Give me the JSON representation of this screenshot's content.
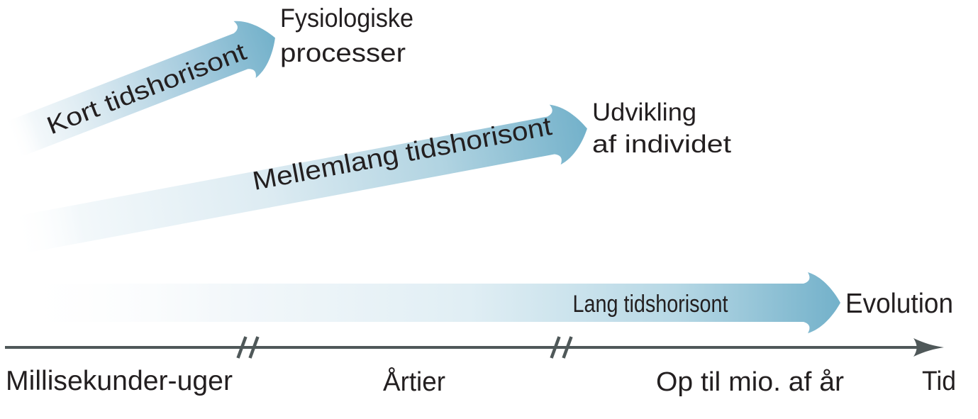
{
  "figure": {
    "arrows": [
      {
        "label": "Kort tidshorisont",
        "outcome": [
          "Fysiologiske",
          "processer"
        ]
      },
      {
        "label": "Mellemlang tidshorisont",
        "outcome": [
          "Udvikling",
          "af individet"
        ]
      },
      {
        "label": "Lang tidshorisont",
        "outcome": [
          "Evolution"
        ]
      }
    ],
    "axis": {
      "ticks": [
        "Millisekunder-uger",
        "Årtier",
        "Op til mio. af år"
      ],
      "title": "Tid"
    },
    "colors": {
      "arrow_blue": "#73b1ca",
      "arrow_pale": "#e9f2f7",
      "axis_gray": "#4f5859",
      "text": "#231f20"
    }
  }
}
